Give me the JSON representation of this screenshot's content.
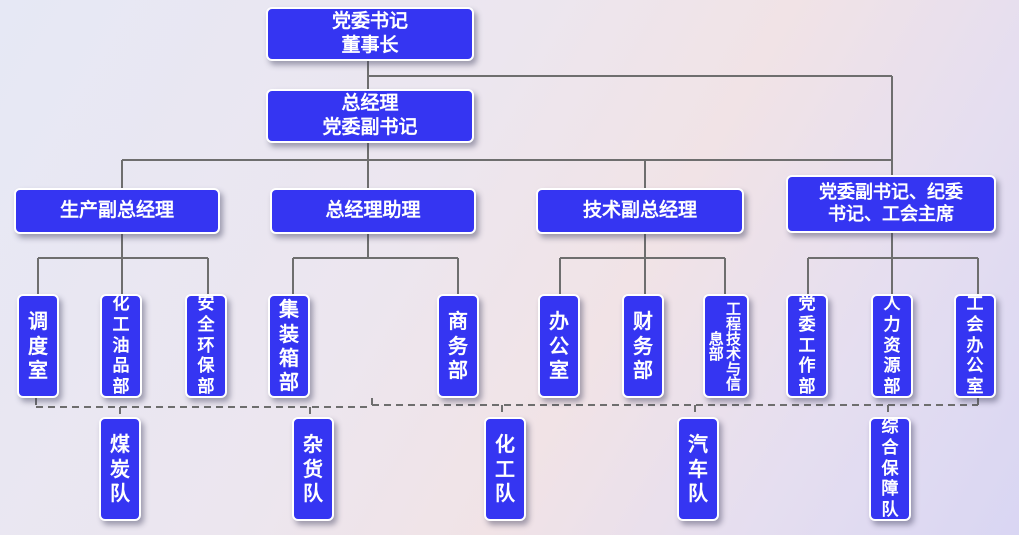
{
  "chairman": "党委书记\n董事长",
  "gm": "总经理\n党委副书记",
  "deputies": [
    "生产副总经理",
    "总经理助理",
    "技术副总经理",
    "党委副书记、纪委\n书记、工会主席"
  ],
  "departments": [
    "调度室",
    "化工油品部",
    "安全环保部",
    "集装箱部",
    "商务部",
    "办公室",
    "财务部",
    "工程技术与信息部",
    "党委工作部",
    "人力资源部",
    "工会办公室"
  ],
  "teams": [
    "煤炭队",
    "杂货队",
    "化工队",
    "汽车队",
    "综合保障队"
  ],
  "colors": {
    "box": "#3535f2",
    "border": "#ffffff",
    "line": "#6e6e6e"
  }
}
